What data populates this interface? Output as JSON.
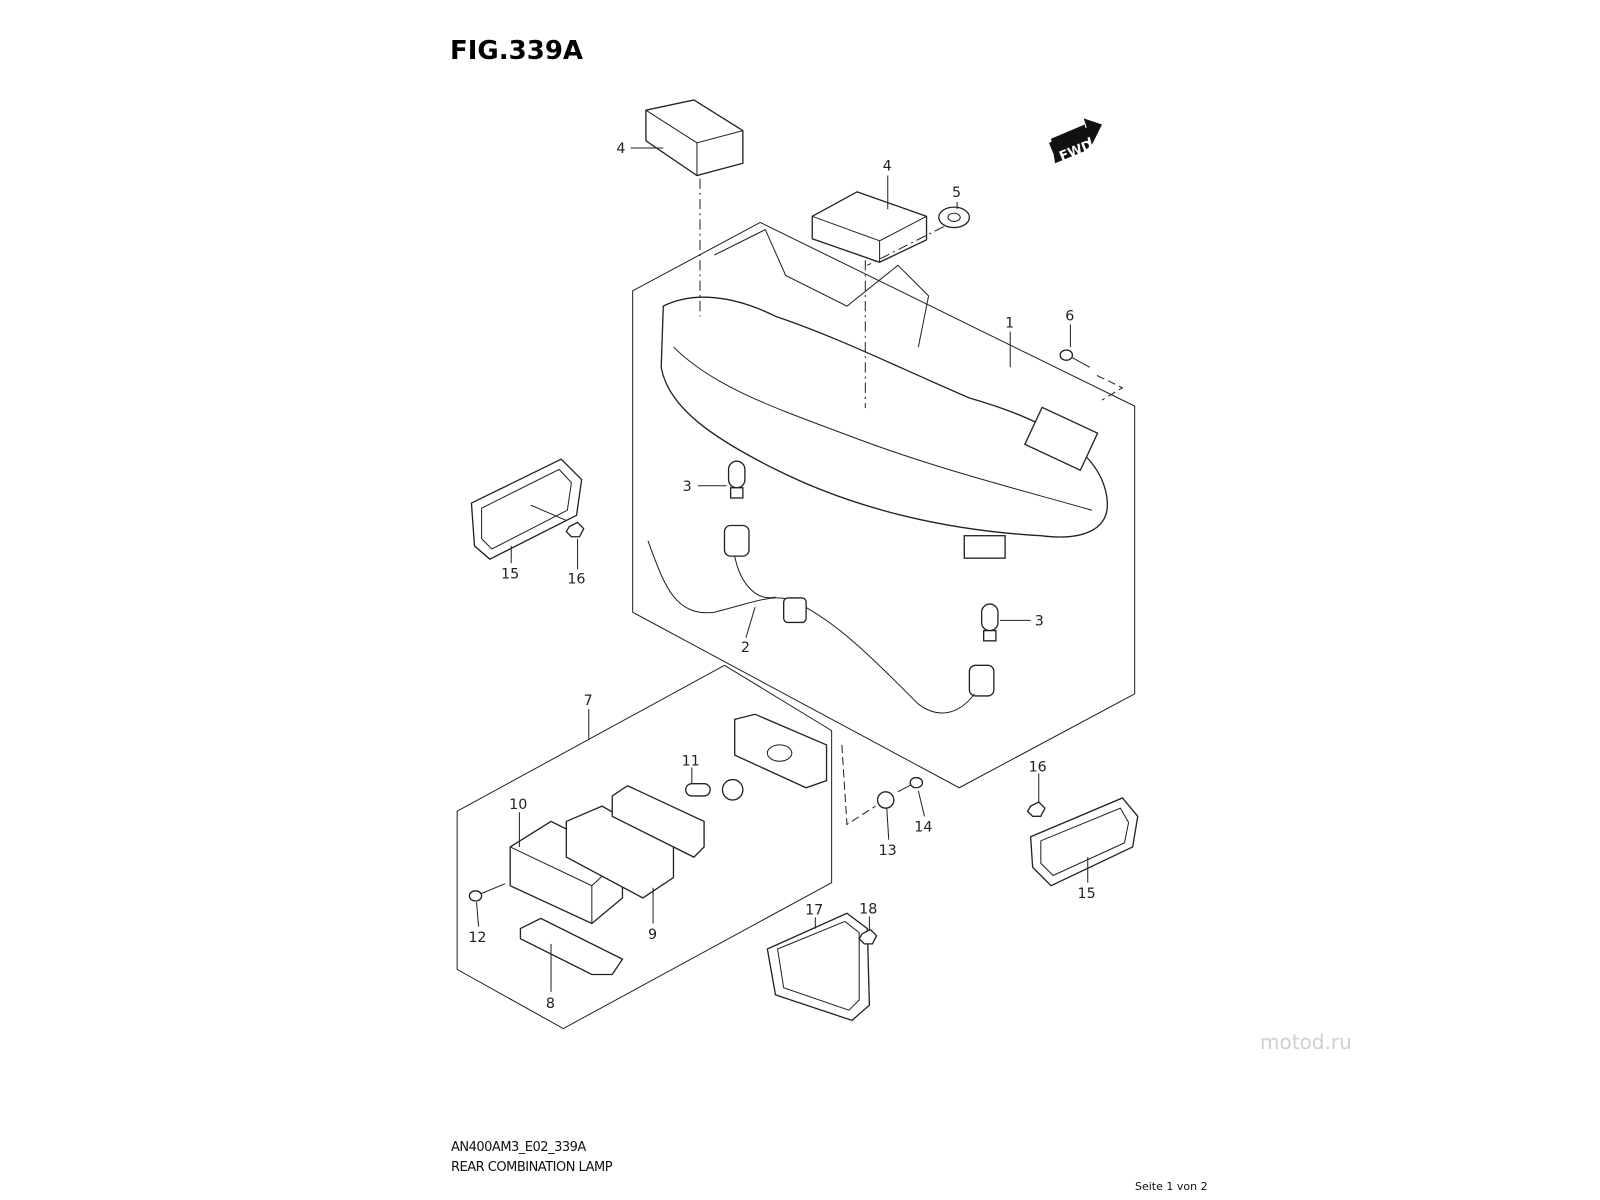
{
  "figure_title": "FIG.339A",
  "watermark": "motod.ru",
  "fwd_label": "FWD",
  "diagram_code": "AN400AM3_E02_339A",
  "diagram_title": "REAR COMBINATION LAMP",
  "page_indicator": "Seite 1 von 2",
  "callouts": [
    "4",
    "4",
    "5",
    "1",
    "6",
    "3",
    "3",
    "2",
    "15",
    "16",
    "7",
    "11",
    "10",
    "16",
    "14",
    "13",
    "15",
    "12",
    "9",
    "17",
    "18",
    "8"
  ]
}
